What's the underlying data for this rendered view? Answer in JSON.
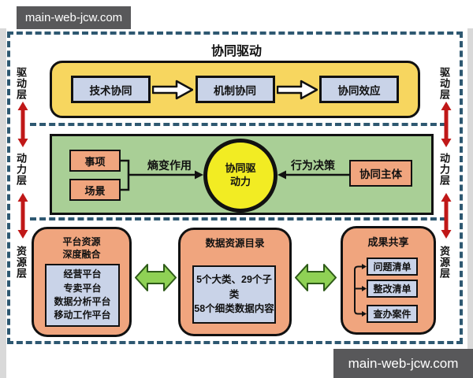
{
  "watermark_top": "main-web-jcw.com",
  "watermark_bottom": "main-web-jcw.com",
  "layer_labels": {
    "left": [
      "驱动层",
      "动力层",
      "资源层"
    ],
    "right": [
      "驱动层",
      "动力层",
      "资源层"
    ]
  },
  "drive_layer": {
    "title": "协同驱动",
    "steps": [
      "技术协同",
      "机制协同",
      "协同效应"
    ]
  },
  "power_layer": {
    "inputs": [
      "事项",
      "场景"
    ],
    "entropy_label": "熵变作用",
    "core_lines": [
      "协同驱",
      "动力"
    ],
    "behavior_label": "行为决策",
    "subject": "协同主体"
  },
  "resource_layer": {
    "platform_card": {
      "title_lines": [
        "平台资源",
        "深度融合"
      ],
      "items": [
        "经营平台",
        "专卖平台",
        "数据分析平台",
        "移动工作平台"
      ]
    },
    "catalog_card": {
      "title": "数据资源目录",
      "content_lines": [
        "5个大类、29个子类",
        "58个细类数据内容"
      ]
    },
    "share_card": {
      "title": "成果共享",
      "items": [
        "问题清单",
        "整改清单",
        "查办案件"
      ]
    }
  },
  "colors": {
    "dashed_border": "#2e5871",
    "drive_panel": "#f7d65f",
    "blue_box": "#c9d3e8",
    "power_panel": "#a9cf96",
    "core_circle": "#f2ec23",
    "orange_box": "#f0a57e",
    "green_arrow": "#8fd155",
    "red_arrow": "#c01818",
    "watermark_bg": "#58585a"
  }
}
